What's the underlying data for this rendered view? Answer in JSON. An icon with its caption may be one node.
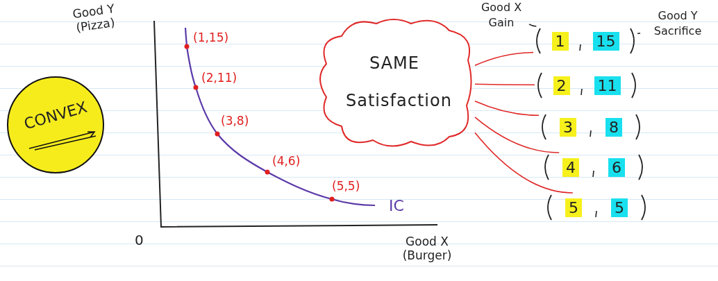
{
  "diagram": {
    "nodes": [
      {
        "text": [
          "CONVEX"
        ]
      },
      {
        "text": [
          "SAME Satisfaction"
        ]
      },
      {
        "text": [
          "Good X Gain"
        ]
      },
      {
        "text": [
          "Good Y Sacrifice"
        ]
      },
      {
        "text": [
          "1",
          "15"
        ]
      },
      {
        "text": [
          "2",
          "11"
        ]
      },
      {
        "text": [
          "3",
          "8"
        ]
      },
      {
        "text": [
          "4",
          "6"
        ]
      },
      {
        "text": [
          "5",
          "5"
        ]
      }
    ],
    "edges": [
      {
        "from": 1,
        "to": 4,
        "arrow": "none"
      },
      {
        "from": 1,
        "to": 5,
        "arrow": "none"
      },
      {
        "from": 1,
        "to": 6,
        "arrow": "none"
      },
      {
        "from": 1,
        "to": 7,
        "arrow": "none"
      },
      {
        "from": 1,
        "to": 8,
        "arrow": "none"
      },
      {
        "from": 2,
        "to": 4,
        "arrow": "none",
        "color": "#222222"
      },
      {
        "from": 3,
        "to": 4,
        "arrow": "none",
        "color": "#222222"
      }
    ],
    "labels": [
      "Good Y (Pizza)",
      "(1,15)",
      "(2,11)",
      "(3,8)",
      "(4,6)",
      "(5,5)",
      "IC",
      "0",
      "Good X (Burger)"
    ]
  }
}
